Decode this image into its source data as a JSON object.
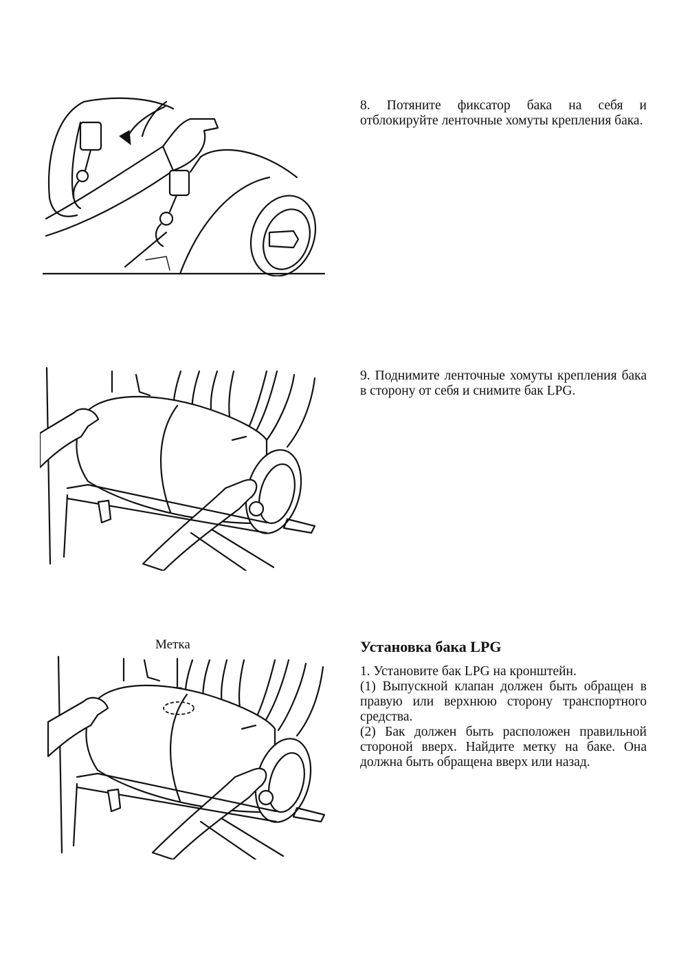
{
  "step8": {
    "text": "8. Потяните фиксатор бака на себя и отблокируйте ленточные хомуты крепления бака."
  },
  "step9": {
    "text": "9. Поднимите ленточные хомуты крепления бака в сторону от себя и снимите бак LPG."
  },
  "figure3": {
    "mark_label": "Метка"
  },
  "install": {
    "title": "Установка бака LPG",
    "lines": [
      "1. Установите бак LPG на кронштейн.",
      "(1) Выпускной клапан должен быть обращен в правую или верхнюю сторону транспортного средства.",
      "(2) Бак должен быть расположен правильной стороной вверх. Найдите метку на баке. Она должна быть обращена вверх или назад."
    ]
  }
}
